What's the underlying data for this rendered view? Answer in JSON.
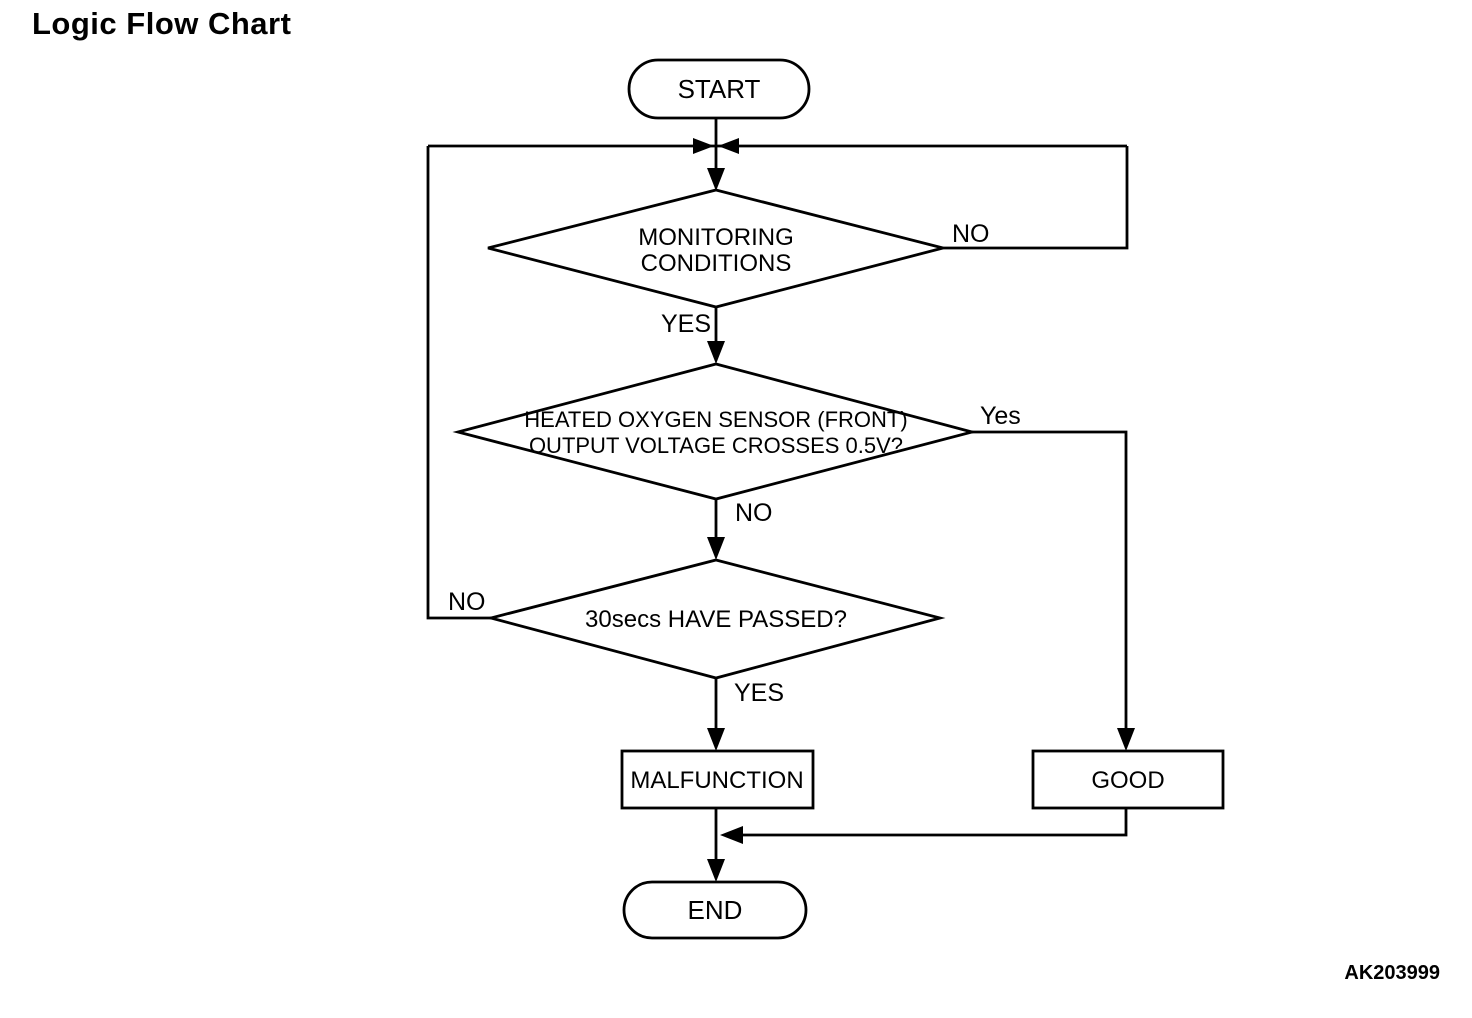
{
  "title": "Logic Flow Chart",
  "figure_code": "AK203999",
  "colors": {
    "ink": "#000000",
    "background": "#ffffff"
  },
  "nodes": {
    "start": {
      "label": "START"
    },
    "monitoring": {
      "line1": "MONITORING",
      "line2": "CONDITIONS"
    },
    "sensor": {
      "line1": "HEATED OXYGEN SENSOR (FRONT)",
      "line2": "OUTPUT VOLTAGE CROSSES 0.5V?"
    },
    "timer": {
      "label": "30secs HAVE PASSED?"
    },
    "malfunction": {
      "label": "MALFUNCTION"
    },
    "good": {
      "label": "GOOD"
    },
    "end": {
      "label": "END"
    }
  },
  "edge_labels": {
    "monitoring_no": "NO",
    "monitoring_yes": "YES",
    "sensor_yes": "Yes",
    "sensor_no": "NO",
    "timer_no": "NO",
    "timer_yes": "YES"
  }
}
